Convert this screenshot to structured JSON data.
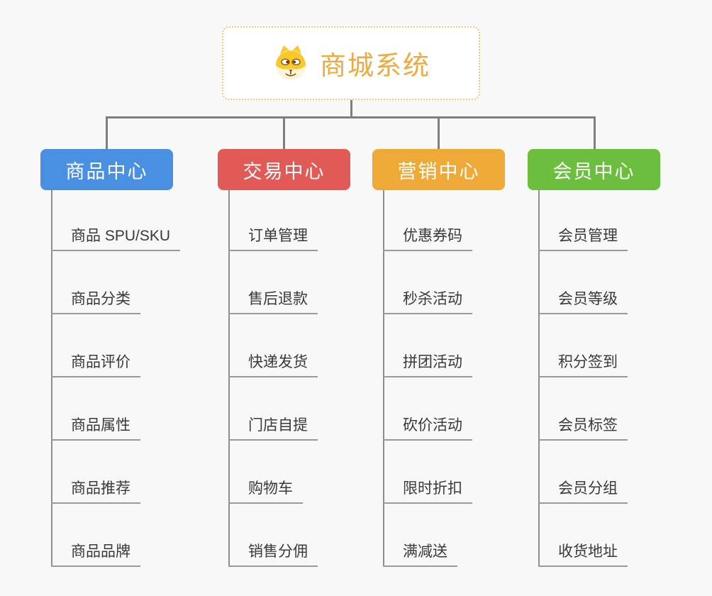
{
  "page": {
    "background": "#f8f8f8",
    "connector_color": "#7f7f7f"
  },
  "root": {
    "title": "商城系统",
    "icon": "dog-face-icon",
    "title_color": "#efa93c",
    "border_color": "#f3c87f"
  },
  "branches": [
    {
      "label": "商品中心",
      "color": "#4a90e2",
      "items": [
        "商品 SPU/SKU",
        "商品分类",
        "商品评价",
        "商品属性",
        "商品推荐",
        "商品品牌"
      ]
    },
    {
      "label": "交易中心",
      "color": "#e15a55",
      "items": [
        "订单管理",
        "售后退款",
        "快递发货",
        "门店自提",
        "购物车",
        "销售分佣"
      ]
    },
    {
      "label": "营销中心",
      "color": "#efa937",
      "items": [
        "优惠券码",
        "秒杀活动",
        "拼团活动",
        "砍价活动",
        "限时折扣",
        "满减送"
      ]
    },
    {
      "label": "会员中心",
      "color": "#6cbe3f",
      "items": [
        "会员管理",
        "会员等级",
        "积分签到",
        "会员标签",
        "会员分组",
        "收货地址"
      ]
    }
  ]
}
